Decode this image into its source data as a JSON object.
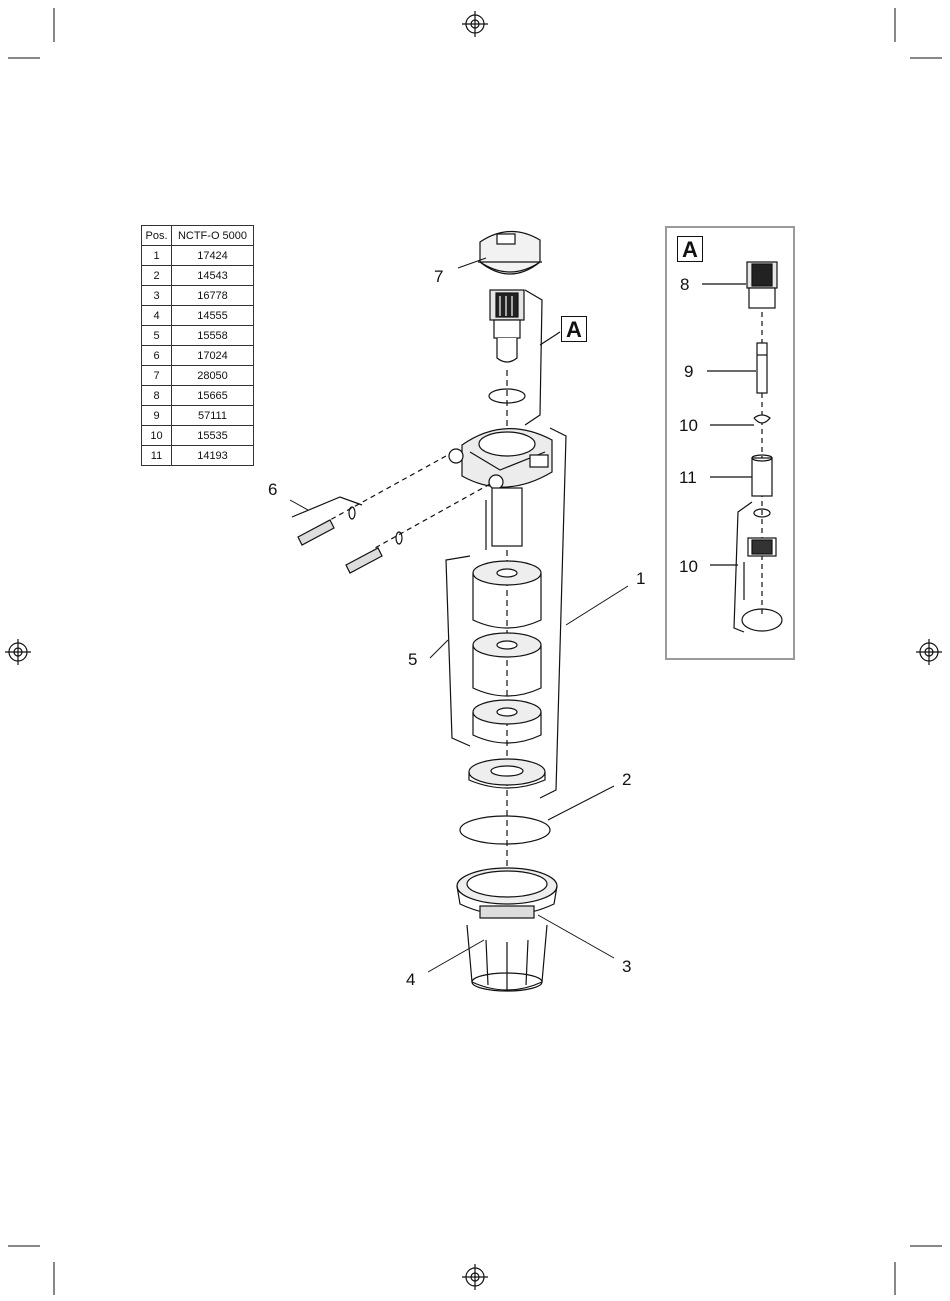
{
  "parts_table": {
    "headers": [
      "Pos.",
      "NCTF-O 5000"
    ],
    "rows": [
      [
        "1",
        "17424"
      ],
      [
        "2",
        "14543"
      ],
      [
        "3",
        "16778"
      ],
      [
        "4",
        "14555"
      ],
      [
        "5",
        "15558"
      ],
      [
        "6",
        "17024"
      ],
      [
        "7",
        "28050"
      ],
      [
        "8",
        "15665"
      ],
      [
        "9",
        "57111"
      ],
      [
        "10",
        "15535"
      ],
      [
        "11",
        "14193"
      ]
    ]
  },
  "callouts": {
    "p1": "1",
    "p2": "2",
    "p3": "3",
    "p4": "4",
    "p5": "5",
    "p6": "6",
    "p7": "7",
    "p8": "8",
    "p9": "9",
    "p10a": "10",
    "p10b": "10",
    "p11": "11"
  },
  "detail_label": "A",
  "main_label": "A"
}
